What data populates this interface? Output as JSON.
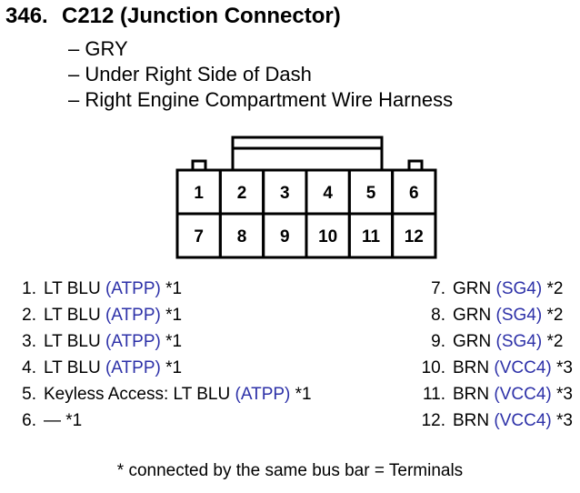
{
  "header": {
    "number": "346.",
    "title": "C212 (Junction Connector)"
  },
  "details": [
    "GRY",
    "Under Right Side of Dash",
    "Right Engine Compartment Wire Harness"
  ],
  "connector": {
    "top_row": [
      "1",
      "2",
      "3",
      "4",
      "5",
      "6"
    ],
    "bottom_row": [
      "7",
      "8",
      "9",
      "10",
      "11",
      "12"
    ]
  },
  "pins_left": [
    {
      "pin": "1.",
      "wire": "LT BLU",
      "signal": "(ATPP)",
      "note": "*1"
    },
    {
      "pin": "2.",
      "wire": "LT BLU",
      "signal": "(ATPP)",
      "note": "*1"
    },
    {
      "pin": "3.",
      "wire": "LT BLU",
      "signal": "(ATPP)",
      "note": "*1"
    },
    {
      "pin": "4.",
      "wire": "LT BLU",
      "signal": "(ATPP)",
      "note": "*1"
    },
    {
      "pin": "5.",
      "wire": "Keyless Access: LT BLU",
      "signal": "(ATPP)",
      "note": "*1"
    },
    {
      "pin": "6.",
      "wire": "—",
      "signal": "",
      "note": "*1"
    }
  ],
  "pins_right": [
    {
      "pin": "7.",
      "wire": "GRN",
      "signal": "(SG4)",
      "note": "*2"
    },
    {
      "pin": "8.",
      "wire": "GRN",
      "signal": "(SG4)",
      "note": "*2"
    },
    {
      "pin": "9.",
      "wire": "GRN",
      "signal": "(SG4)",
      "note": "*2"
    },
    {
      "pin": "10.",
      "wire": "BRN",
      "signal": "(VCC4)",
      "note": "*3"
    },
    {
      "pin": "11.",
      "wire": "BRN",
      "signal": "(VCC4)",
      "note": "*3"
    },
    {
      "pin": "12.",
      "wire": "BRN",
      "signal": "(VCC4)",
      "note": "*3"
    }
  ],
  "footnote": "* connected by the same bus bar = Terminals",
  "colors": {
    "signal": "#2d31a8",
    "text": "#000000"
  }
}
